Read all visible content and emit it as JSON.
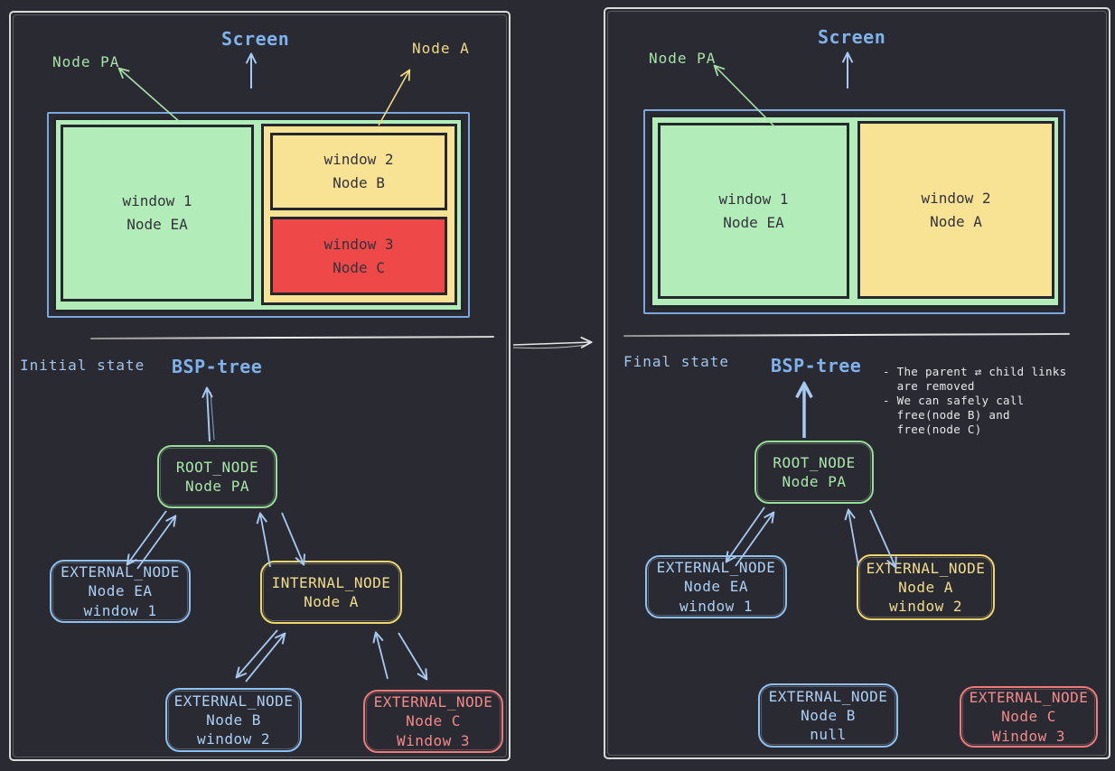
{
  "left": {
    "screen_label": "Screen",
    "node_pa_label": "Node PA",
    "node_a_label": "Node A",
    "window1": [
      "window 1",
      "Node EA"
    ],
    "window2": [
      "window 2",
      "Node B"
    ],
    "window3": [
      "window 3",
      "Node C"
    ],
    "state_label": "Initial state",
    "tree_title": "BSP-tree",
    "root": [
      "ROOT_NODE",
      "Node PA"
    ],
    "external_ea": [
      "EXTERNAL_NODE",
      "Node EA",
      "window 1"
    ],
    "internal_a": [
      "INTERNAL_NODE",
      "Node A"
    ],
    "external_b": [
      "EXTERNAL_NODE",
      "Node B",
      "window 2"
    ],
    "external_c": [
      "EXTERNAL_NODE",
      "Node C",
      "Window 3"
    ]
  },
  "right": {
    "screen_label": "Screen",
    "node_pa_label": "Node PA",
    "window1": [
      "window 1",
      "Node EA"
    ],
    "window2": [
      "window 2",
      "Node A"
    ],
    "state_label": "Final state",
    "tree_title": "BSP-tree",
    "notes": "- The parent ⇄ child links\n  are removed\n- We can safely call\n  free(node B) and\n  free(node C)",
    "root": [
      "ROOT_NODE",
      "Node PA"
    ],
    "external_ea": [
      "EXTERNAL_NODE",
      "Node EA",
      "window 1"
    ],
    "external_a": [
      "EXTERNAL_NODE",
      "Node A",
      "window 2"
    ],
    "external_b": [
      "EXTERNAL_NODE",
      "Node B",
      "null"
    ],
    "external_c": [
      "EXTERNAL_NODE",
      "Node C",
      "Window 3"
    ]
  },
  "colors": {
    "background": "#2a2a33",
    "panel_border": "#d9d9d9",
    "blue": "#7fb2ea",
    "arrow_blue": "#a8c9ef",
    "green": "#a7e3a7",
    "yellow": "#eed985",
    "red": "#f28a8a",
    "window_green": "#b2edb9",
    "window_yellow": "#f8e294",
    "window_red": "#ef4848",
    "dark_border": "#26262e",
    "window_text": "#33333b",
    "note_text": "#e9e9ec"
  }
}
